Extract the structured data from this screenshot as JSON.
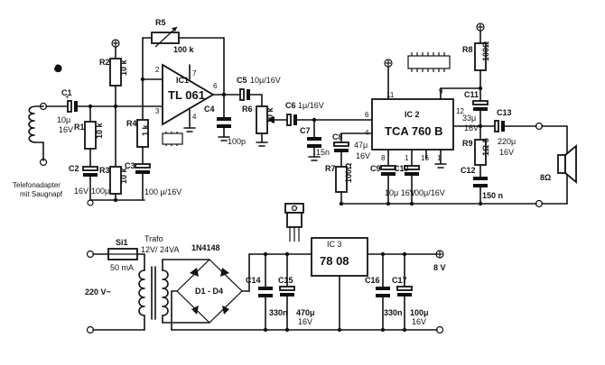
{
  "components": {
    "r1": {
      "ref": "R1",
      "value": "10 k"
    },
    "r2": {
      "ref": "R2",
      "value": "10 k"
    },
    "r3": {
      "ref": "R3",
      "value": "10 k"
    },
    "r4": {
      "ref": "R4",
      "value": "1 k"
    },
    "r5": {
      "ref": "R5",
      "value": "100 k"
    },
    "r6": {
      "ref": "R6",
      "value": "10 k"
    },
    "r7": {
      "ref": "R7",
      "value": "100Ω"
    },
    "r8": {
      "ref": "R8",
      "value": "100Ω"
    },
    "r9": {
      "ref": "R9",
      "value": "1Ω 5"
    },
    "c1": {
      "ref": "C1",
      "value1": "10μ",
      "value2": "16V"
    },
    "c2": {
      "ref": "C2",
      "value1": "100μ",
      "value2": "16V"
    },
    "c3": {
      "ref": "C3",
      "value": "100 μ/16V"
    },
    "c4": {
      "ref": "C4",
      "value": "100p"
    },
    "c5": {
      "ref": "C5",
      "value": "10μ/16V"
    },
    "c6": {
      "ref": "C6",
      "value": "1μ/16V"
    },
    "c7": {
      "ref": "C7",
      "value": "15n"
    },
    "c8": {
      "ref": "C8",
      "value1": "47μ",
      "value2": "16V"
    },
    "c9": {
      "ref": "C9",
      "value": "10μ 16V"
    },
    "c10": {
      "ref": "C10",
      "value": "100μ/16V"
    },
    "c11": {
      "ref": "C11",
      "value1": "33μ",
      "value2": "16V"
    },
    "c12": {
      "ref": "C12",
      "value": "150 n"
    },
    "c13": {
      "ref": "C13",
      "value1": "220μ",
      "value2": "16V"
    },
    "c14": {
      "ref": "C14",
      "value": "330n"
    },
    "c15": {
      "ref": "C15",
      "value1": "470μ",
      "value2": "16V"
    },
    "c16": {
      "ref": "C16",
      "value": "330n"
    },
    "c17": {
      "ref": "C17",
      "value1": "100μ",
      "value2": "16V"
    },
    "ic1": {
      "ref": "IC1",
      "name": "TL 061"
    },
    "ic2": {
      "ref": "IC 2",
      "name": "TCA 760 B"
    },
    "ic3": {
      "ref": "IC 3",
      "name": "78 08"
    },
    "si1": {
      "ref": "Si1",
      "value": "50 mA"
    },
    "trafo": {
      "ref": "Trafo",
      "value": "12V/ 24VA"
    },
    "bridge": {
      "type": "1N4148",
      "ref": "D1 - D4"
    },
    "speaker": {
      "value": "8Ω"
    }
  },
  "pins": {
    "ic1": {
      "p2": "2",
      "p3": "3",
      "p4": "4",
      "p6": "6",
      "p7": "7"
    },
    "ic2": {
      "p4": "4",
      "p6": "6",
      "p8": "8",
      "p9": "9",
      "p11": "11",
      "p12": "12",
      "p16": "16",
      "p1": "1"
    }
  },
  "labels": {
    "adapter_line1": "Telefonadapter",
    "adapter_line2": "mit Saugnapf",
    "mains": "220 V~",
    "out_voltage": "8 V"
  }
}
